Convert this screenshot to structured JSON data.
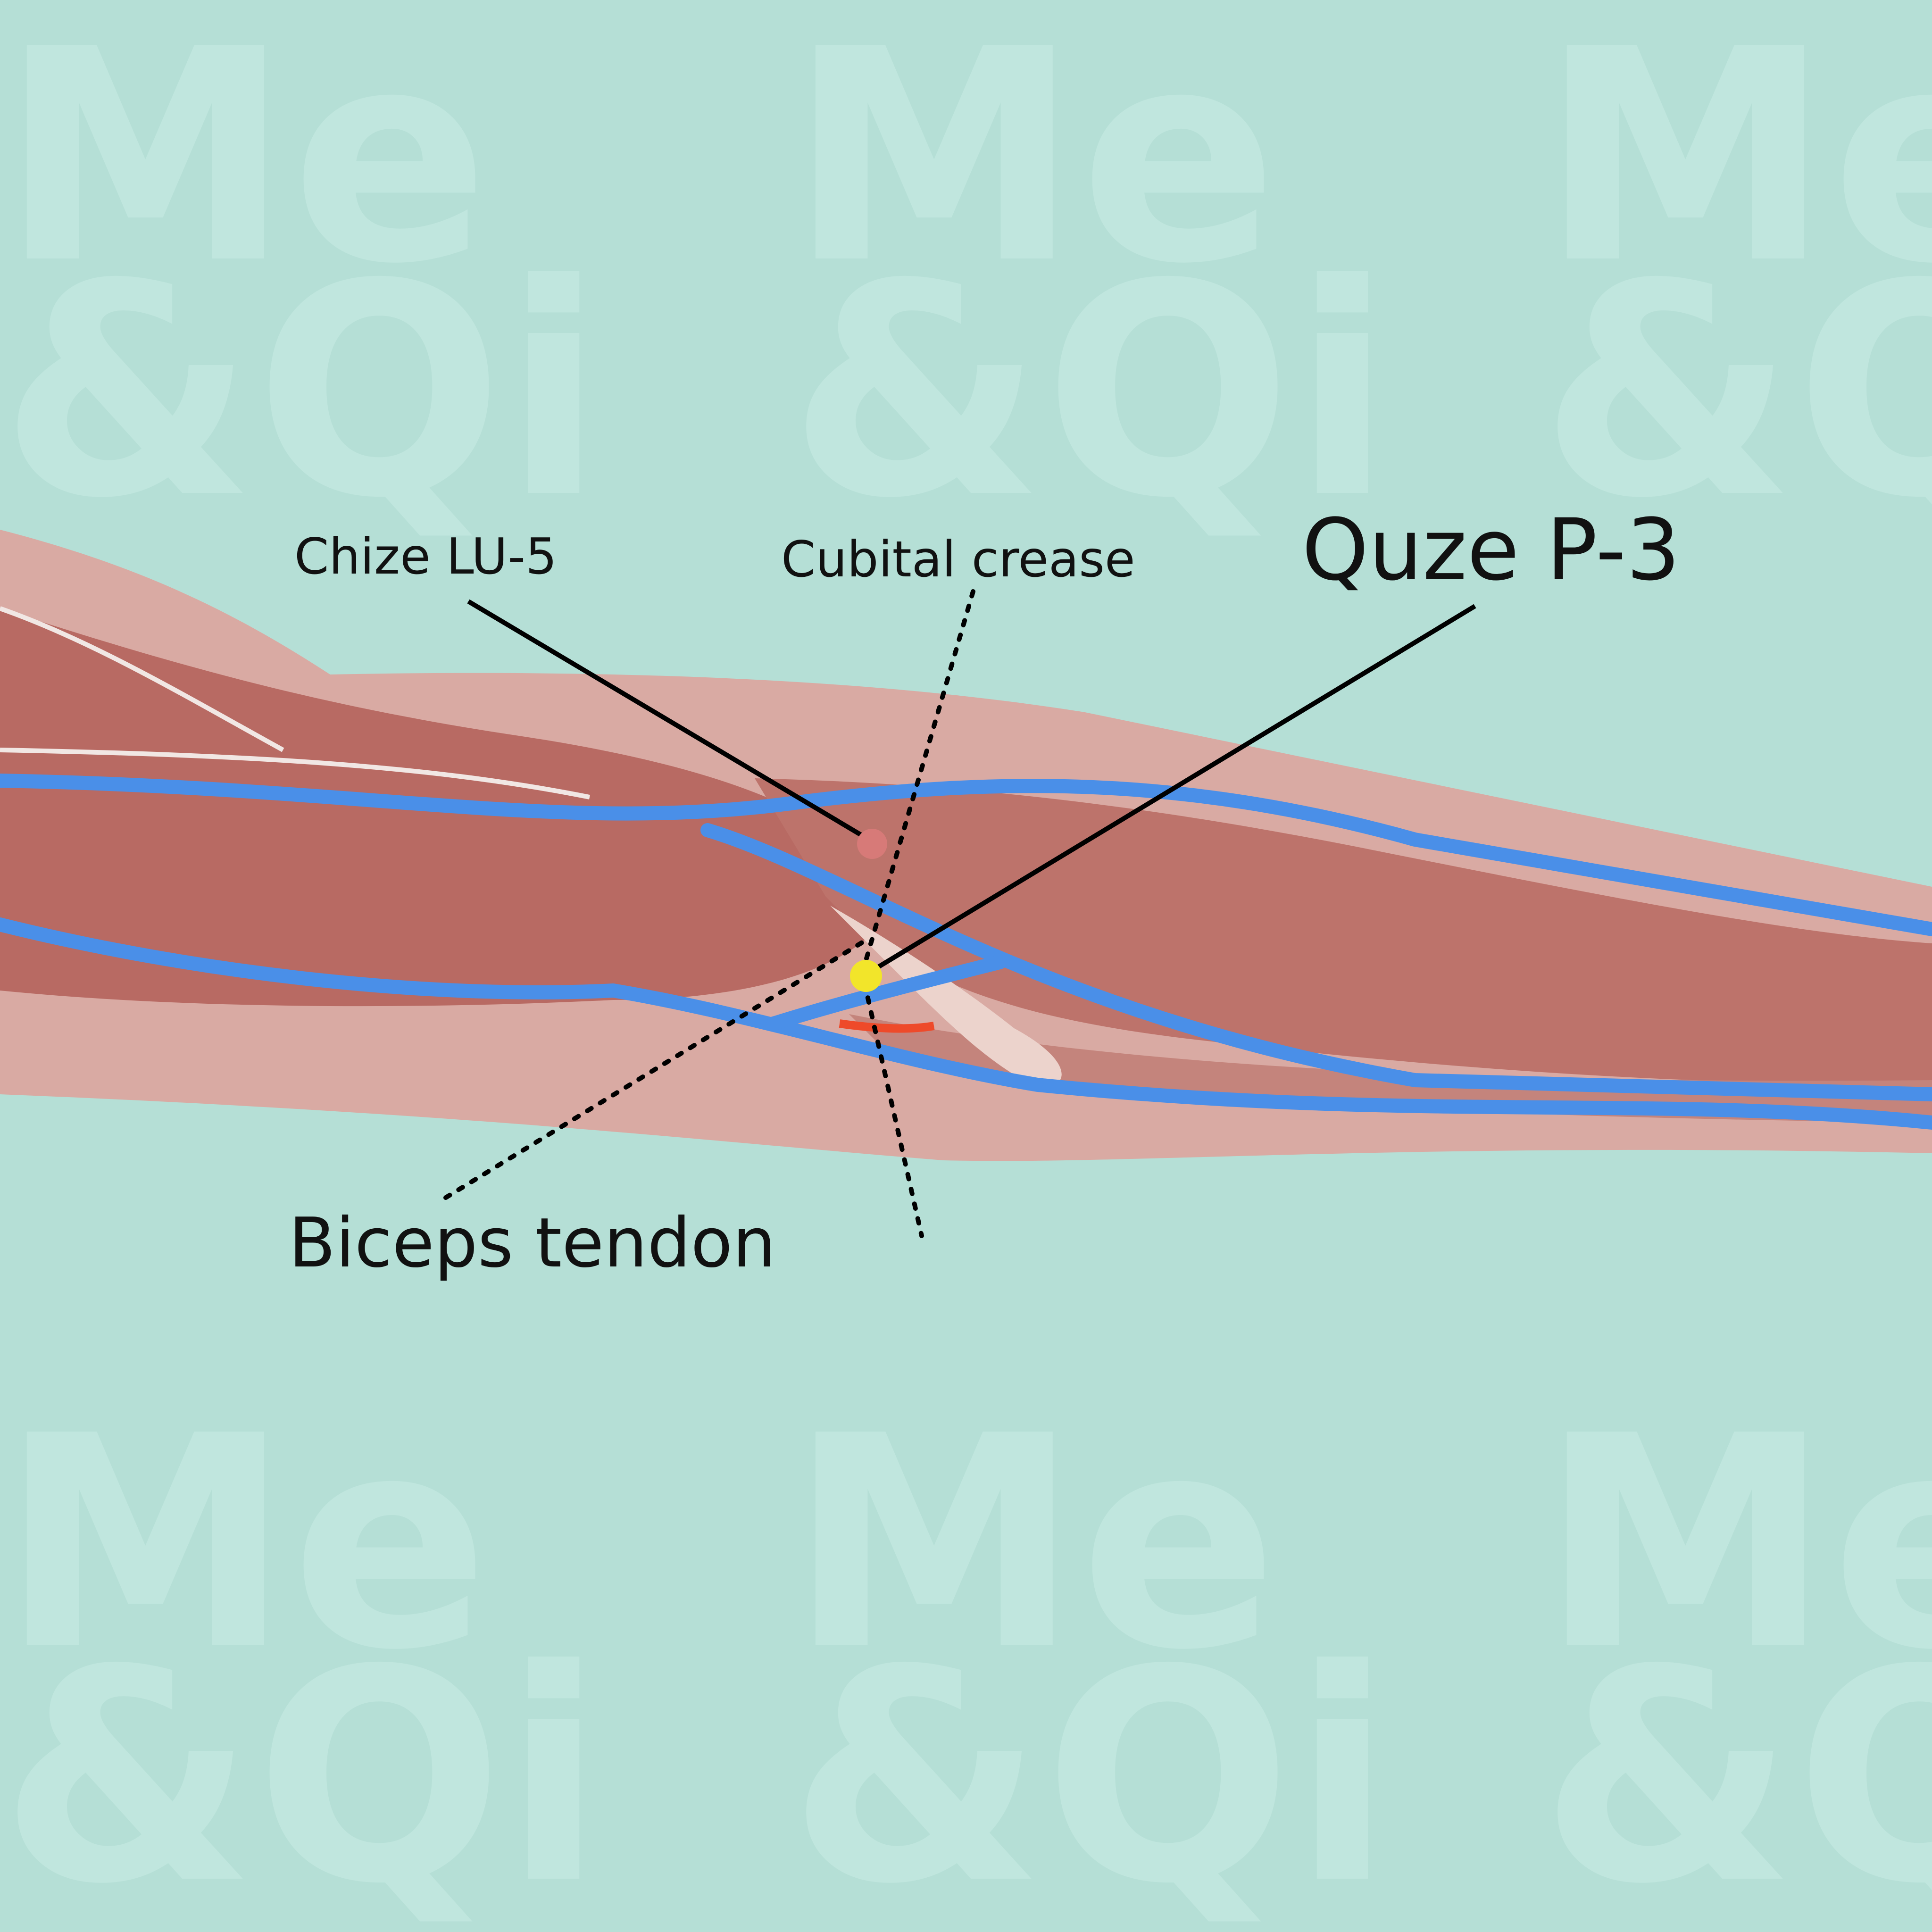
{
  "watermark": {
    "line1": "Me",
    "line2": "&Qi"
  },
  "labels": {
    "chize": "Chize LU-5",
    "cubital_crease": "Cubital crease",
    "quze": "Quze P-3",
    "biceps_tendon": "Biceps tendon"
  },
  "colors": {
    "background": "#b5dfd6",
    "vein": "#4a8fe8",
    "muscle": "#b86a63",
    "skin": "#d9aaa3",
    "chize_point": "#d77a78",
    "quze_point": "#f2e52a"
  }
}
